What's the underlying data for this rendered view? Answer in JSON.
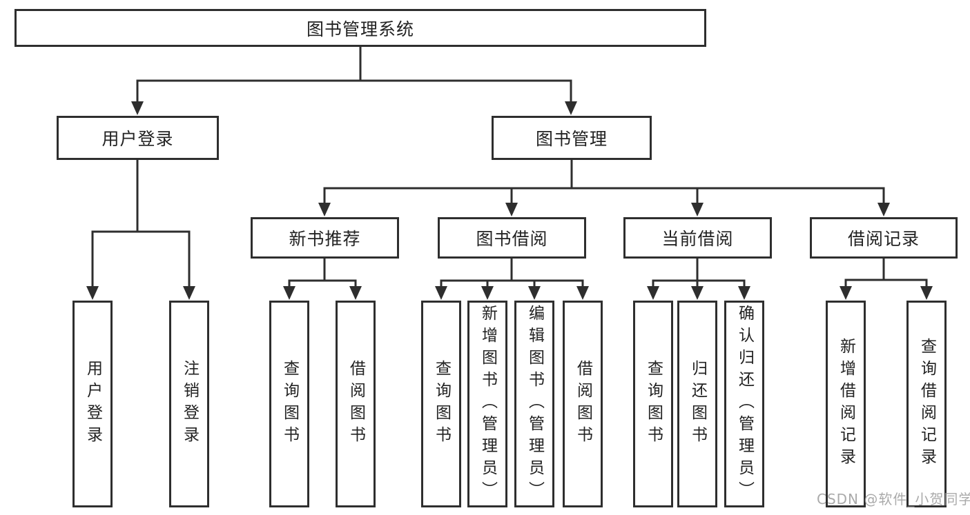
{
  "tree": {
    "label": "图书管理系统",
    "children": [
      {
        "label": "用户登录",
        "children": [
          {
            "label": "用户登录"
          },
          {
            "label": "注销登录"
          }
        ]
      },
      {
        "label": "图书管理",
        "children": [
          {
            "label": "新书推荐",
            "children": [
              {
                "label": "查询图书"
              },
              {
                "label": "借阅图书"
              }
            ]
          },
          {
            "label": "图书借阅",
            "children": [
              {
                "label": "查询图书"
              },
              {
                "label": "新增图书（管理员）"
              },
              {
                "label": "编辑图书（管理员）"
              },
              {
                "label": "借阅图书"
              }
            ]
          },
          {
            "label": "当前借阅",
            "children": [
              {
                "label": "查询图书"
              },
              {
                "label": "归还图书"
              },
              {
                "label": "确认归还（管理员）"
              }
            ]
          },
          {
            "label": "借阅记录",
            "children": [
              {
                "label": "新增借阅记录"
              },
              {
                "label": "查询借阅记录"
              }
            ]
          }
        ]
      }
    ]
  },
  "watermark": "CSDN @软件_小贺同学",
  "colors": {
    "line": "#2e2e2e",
    "text": "#222222",
    "watermark": "#9b9b9b",
    "background": "#ffffff"
  }
}
